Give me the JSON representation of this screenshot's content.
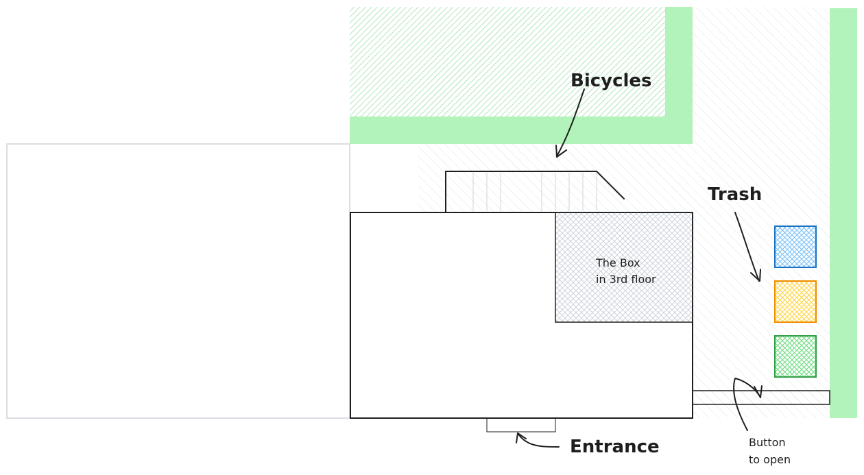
{
  "labels": {
    "bicycles": "Bicycles",
    "trash": "Trash",
    "box_line1": "The Box",
    "box_line2": "in 3rd floor",
    "entrance": "Entrance",
    "button_line1": "Button",
    "button_line2": "to open"
  },
  "colors": {
    "green": "#b2f2bb",
    "green_stroke": "#2f9e44",
    "blue_fill": "#a5d8ff",
    "blue_stroke": "#1971c2",
    "yellow_fill": "#ffec99",
    "orange_stroke": "#f08c00",
    "grey_hatch": "#ced4da",
    "box_hatch": "#a5b4c4",
    "ink": "#1e1e1e",
    "light_outline": "#ced4da"
  }
}
